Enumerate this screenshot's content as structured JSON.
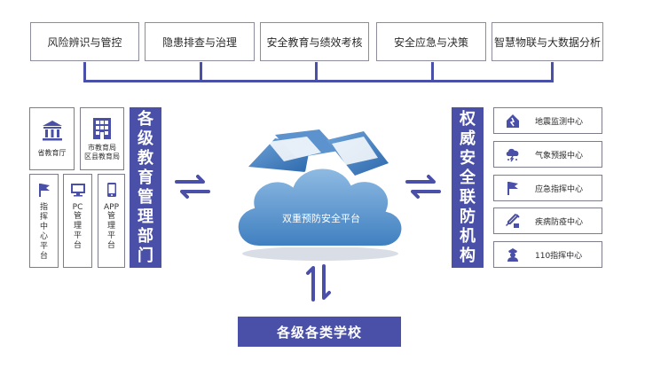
{
  "top_modules": [
    {
      "label": "风险辨识与管控"
    },
    {
      "label": "隐患排查与治理"
    },
    {
      "label": "安全教育与绩效考核"
    },
    {
      "label": "安全应急与决策"
    },
    {
      "label": "智慧物联与大数据分析"
    }
  ],
  "left_cards": {
    "province": {
      "label": "省教育厅",
      "icon": "government-building-icon"
    },
    "city": {
      "label_line1": "市教育局",
      "label_line2": "区县教育局",
      "icon": "office-building-icon"
    },
    "command": {
      "label": "指挥中心平台",
      "icon": "flag-icon"
    },
    "pc": {
      "label": "PC",
      "label2": "管理平台",
      "icon": "monitor-icon"
    },
    "app": {
      "label": "APP",
      "label2": "管理平台",
      "icon": "phone-icon"
    }
  },
  "left_bar": {
    "label": "各级教育管理部门"
  },
  "center": {
    "label": "双重预防安全平台"
  },
  "right_bar": {
    "label": "权威安全联防机构"
  },
  "right_items": [
    {
      "label": "地震监测中心",
      "icon": "earthquake-house-icon"
    },
    {
      "label": "气象预报中心",
      "icon": "weather-storm-icon"
    },
    {
      "label": "应急指挥中心",
      "icon": "flag-icon"
    },
    {
      "label": "疾病防疫中心",
      "icon": "syringe-icon"
    },
    {
      "label": "110指挥中心",
      "icon": "police-icon"
    }
  ],
  "bottom_bar": {
    "label": "各级各类学校"
  },
  "colors": {
    "accent": "#4a4fa8",
    "cloud": "#5b94c7",
    "folder": "#3f7fc0"
  }
}
